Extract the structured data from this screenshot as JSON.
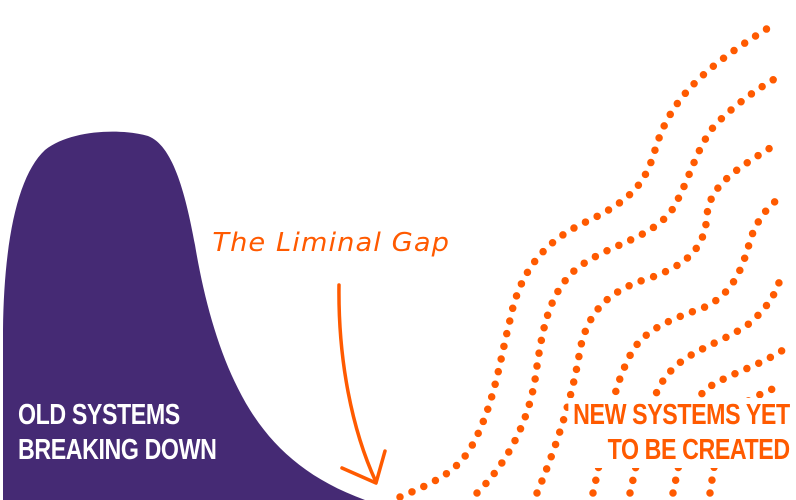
{
  "colors": {
    "purple": "#452a74",
    "orange": "#ff5a00"
  },
  "labels": {
    "old_line1": "OLD SYSTEMS",
    "old_line2": "BREAKING DOWN",
    "new_line1": "NEW SYSTEMS YET",
    "new_line2": "TO BE CREATED",
    "gap": "The Liminal Gap"
  }
}
